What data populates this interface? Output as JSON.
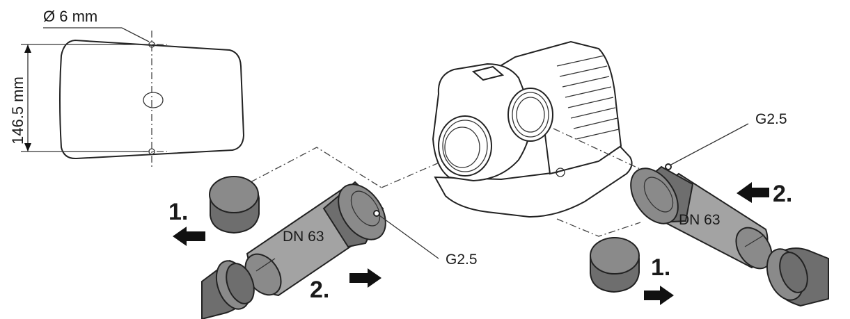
{
  "labels": {
    "hole_diameter": "Ø 6 mm",
    "height": "146.5 mm",
    "thread_left": "G2.5",
    "thread_right": "G2.5",
    "hose_left": "DN 63",
    "hose_right": "DN 63",
    "step1_left": "1.",
    "step2_left": "2.",
    "step1_right": "1.",
    "step2_right": "2."
  },
  "icons": [
    "arrow-left",
    "arrow-right",
    "arrow-right",
    "arrow-left"
  ]
}
